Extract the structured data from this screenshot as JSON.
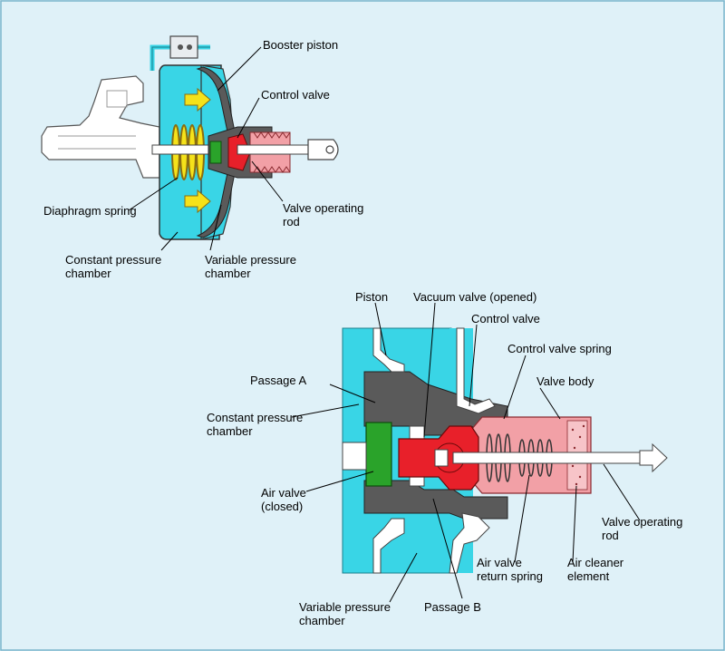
{
  "top": {
    "booster_piston": "Booster piston",
    "control_valve": "Control valve",
    "diaphragm_spring": "Diaphragm spring",
    "valve_operating_rod": "Valve operating\nrod",
    "constant_pressure_chamber": "Constant pressure\nchamber",
    "variable_pressure_chamber": "Variable pressure\nchamber"
  },
  "bottom": {
    "piston": "Piston",
    "vacuum_valve": "Vacuum valve (opened)",
    "control_valve": "Control valve",
    "control_valve_spring": "Control valve spring",
    "passage_a": "Passage A",
    "valve_body": "Valve body",
    "constant_pressure_chamber": "Constant pressure\nchamber",
    "air_valve": "Air valve\n(closed)",
    "valve_operating_rod": "Valve operating\nrod",
    "air_valve_return_spring": "Air valve\nreturn spring",
    "air_cleaner_element": "Air cleaner\nelement",
    "variable_pressure_chamber": "Variable pressure\nchamber",
    "passage_b": "Passage B"
  },
  "colors": {
    "background": "#dff1f8",
    "chamber_cyan": "#39d5e6",
    "housing_gray": "#5a5a5a",
    "air_valve_green": "#2aa32a",
    "control_valve_red": "#e8202a",
    "valve_body_pink": "#f2a0a6",
    "arrow_yellow": "#f5e21a"
  }
}
